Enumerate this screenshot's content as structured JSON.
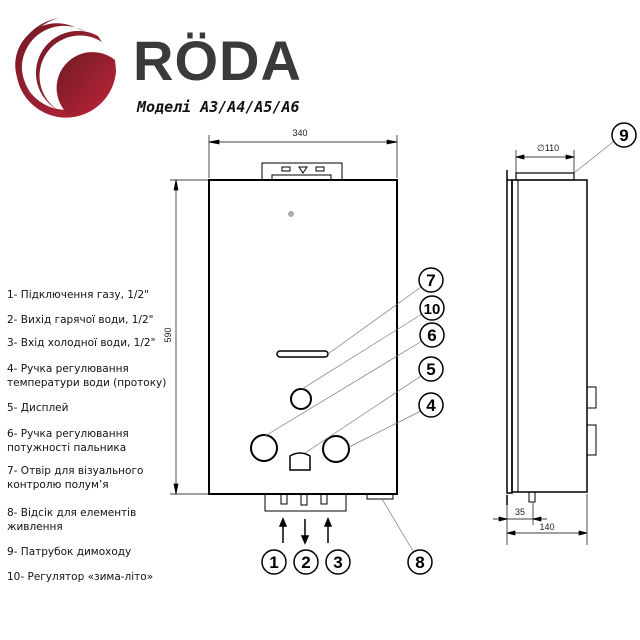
{
  "brand": {
    "name": "RÖDA",
    "models": "Моделі A3/A4/A5/A6",
    "logo_color": "#a0202f"
  },
  "dimensions": {
    "width": "340",
    "height": "590",
    "flue_diameter": "∅110",
    "pipe_offset": "35",
    "depth": "140"
  },
  "callouts": [
    "1",
    "2",
    "3",
    "4",
    "5",
    "6",
    "7",
    "8",
    "9",
    "10"
  ],
  "legend": [
    "1- Підключення газу, 1/2\"",
    "2- Вихід гарячої води, 1/2\"",
    "3- Вхід холодної води, 1/2\"",
    "4- Ручка регулювання температури води (протоку)",
    "5- Дисплей",
    "6- Ручка регулювання потужності пальника",
    "7- Отвір для візуального контролю полум’я",
    "8- Відсік для елементів живлення",
    "9- Патрубок димоходу",
    "10- Регулятор «зима-літо»"
  ]
}
